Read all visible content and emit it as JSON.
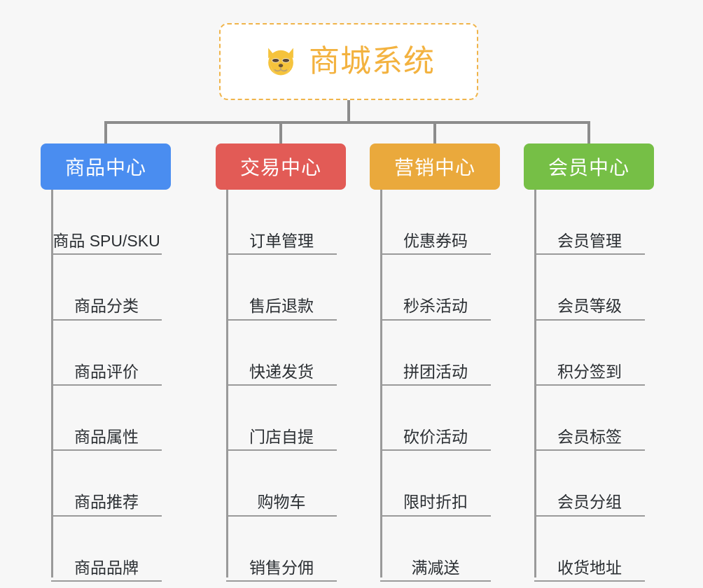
{
  "page": {
    "background_color": "#f7f7f7",
    "type": "mindmap"
  },
  "root": {
    "title": "商城系统",
    "icon": "shiba-dog-icon",
    "text_color": "#f3b23f",
    "border_color": "#f0b44a",
    "background_color": "#ffffff"
  },
  "connector": {
    "color": "#8c8c8c"
  },
  "branches": [
    {
      "title": "商品中心",
      "color": "#4a8df0",
      "items": [
        "商品 SPU/SKU",
        "商品分类",
        "商品评价",
        "商品属性",
        "商品推荐",
        "商品品牌"
      ]
    },
    {
      "title": "交易中心",
      "color": "#e25b56",
      "items": [
        "订单管理",
        "售后退款",
        "快递发货",
        "门店自提",
        "购物车",
        "销售分佣"
      ]
    },
    {
      "title": "营销中心",
      "color": "#eaa93c",
      "items": [
        "优惠券码",
        "秒杀活动",
        "拼团活动",
        "砍价活动",
        "限时折扣",
        "满减送"
      ]
    },
    {
      "title": "会员中心",
      "color": "#76bf46",
      "items": [
        "会员管理",
        "会员等级",
        "积分签到",
        "会员标签",
        "会员分组",
        "收货地址"
      ]
    }
  ]
}
